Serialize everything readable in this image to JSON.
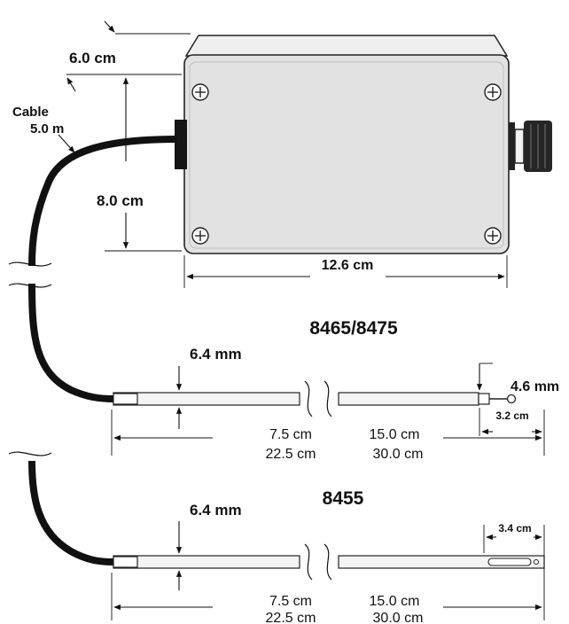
{
  "housing": {
    "depth_label": "6.0 cm",
    "height_label": "8.0 cm",
    "width_label": "12.6 cm"
  },
  "cable": {
    "title": "Cable",
    "length": "5.0 m"
  },
  "probe_a": {
    "model": "8465/8475",
    "diameter_label": "6.4 mm",
    "tip_diameter_label": "4.6 mm",
    "tip_length_label": "3.2 cm",
    "length_short_1": "7.5 cm",
    "length_short_2": "22.5 cm",
    "length_long_1": "15.0 cm",
    "length_long_2": "30.0 cm"
  },
  "probe_b": {
    "model": "8455",
    "diameter_label": "6.4 mm",
    "tip_length_label": "3.4 cm",
    "length_short_1": "7.5 cm",
    "length_short_2": "22.5 cm",
    "length_long_1": "15.0 cm",
    "length_long_2": "30.0 cm"
  },
  "colors": {
    "housing_face": "#e4e4e4",
    "housing_top": "#efefef",
    "housing_side": "#cfcfcf",
    "cable": "#111111",
    "probe": "#f4f4f4"
  }
}
